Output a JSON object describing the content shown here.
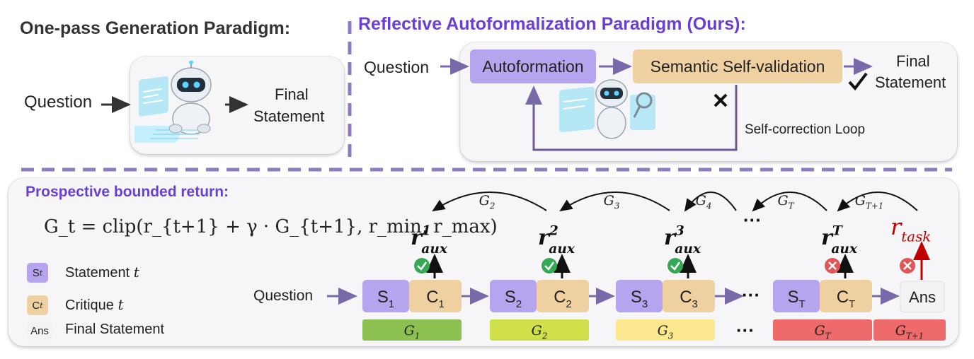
{
  "top_left": {
    "heading": "One-pass Generation Paradigm:",
    "question": "Question",
    "final_line1": "Final",
    "final_line2": "Statement"
  },
  "top_right": {
    "heading": "Reflective Autoformalization Paradigm (Ours):",
    "question": "Question",
    "autoformation": "Autoformation",
    "validation": "Semantic Self-validation",
    "final_line1": "Final",
    "final_line2": "Statement",
    "loop_label": "Self-correction Loop"
  },
  "bottom": {
    "heading": "Prospective bounded return:",
    "formula": "G_t = clip(r_{t+1} + γ · G_{t+1}, r_min, r_max)",
    "question": "Question",
    "legend": [
      {
        "key": "S",
        "sub": "t",
        "label": "Statement",
        "var": "t"
      },
      {
        "key": "C",
        "sub": "t",
        "label": "Critique",
        "var": "t"
      },
      {
        "key": "Ans",
        "sub": "",
        "label": "Final Statement",
        "var": ""
      }
    ],
    "steps": [
      {
        "s": "S",
        "s_sub": "1",
        "c": "C",
        "c_sub": "1",
        "g": "G",
        "g_sub": "1",
        "r": "r",
        "r_sup": "1",
        "r_sub": "aux",
        "arc": "G",
        "arc_sub": "2",
        "ok": true
      },
      {
        "s": "S",
        "s_sub": "2",
        "c": "C",
        "c_sub": "2",
        "g": "G",
        "g_sub": "2",
        "r": "r",
        "r_sup": "2",
        "r_sub": "aux",
        "arc": "G",
        "arc_sub": "3",
        "ok": true
      },
      {
        "s": "S",
        "s_sub": "3",
        "c": "C",
        "c_sub": "3",
        "g": "G",
        "g_sub": "3",
        "r": "r",
        "r_sup": "3",
        "r_sub": "aux",
        "arc": "G",
        "arc_sub": "4",
        "ok": true
      },
      {
        "s": "S",
        "s_sub": "T",
        "c": "C",
        "c_sub": "T",
        "g": "G",
        "g_sub": "T",
        "r": "r",
        "r_sup": "T",
        "r_sub": "aux",
        "arc": "G",
        "arc_sub": "T+1",
        "ok": false
      }
    ],
    "arc_mid": {
      "g": "G",
      "g_sub": "T"
    },
    "ellipsis": "···",
    "answer": {
      "label": "Ans",
      "g": "G",
      "g_sub": "T+1",
      "r": "r",
      "r_sub": "task"
    },
    "colors": {
      "statement": "#b7a4ee",
      "critique": "#efd1a1",
      "g1": "#8cc152",
      "g2": "#cfe04a",
      "g3": "#fbe88f",
      "gT": "#ef6b6b",
      "gT1": "#ef6b6b",
      "check": "#34a853",
      "cross": "#e05555",
      "task": "#c00000",
      "accent": "#6a3fd6"
    }
  }
}
